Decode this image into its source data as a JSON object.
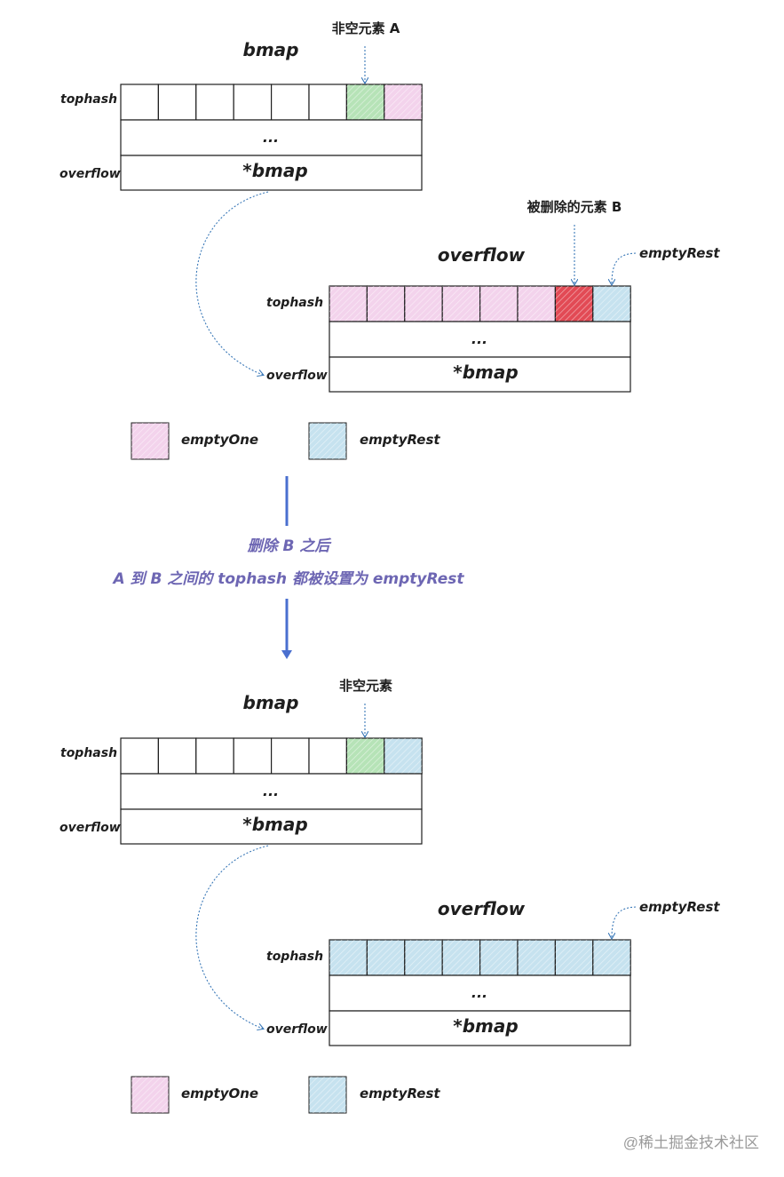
{
  "colors": {
    "empty_one": "#f3d3ec",
    "empty_rest": "#c6e2ef",
    "nonempty": "#b6e3b7",
    "deleted": "#e24a55",
    "empty": "#ffffff",
    "arrow_main": "#4a6fcf",
    "caption": "#6d66b3"
  },
  "top": {
    "bucket": {
      "title": "bmap",
      "tophash_label": "tophash",
      "overflow_label": "overflow",
      "ellipsis": "...",
      "pointer": "*bmap",
      "cells": [
        "empty",
        "empty",
        "empty",
        "empty",
        "empty",
        "empty",
        "nonempty",
        "empty_one"
      ],
      "callout": "非空元素 A"
    },
    "overflow_bucket": {
      "title": "overflow",
      "tophash_label": "tophash",
      "overflow_label": "overflow",
      "ellipsis": "...",
      "pointer": "*bmap",
      "cells": [
        "empty_one",
        "empty_one",
        "empty_one",
        "empty_one",
        "empty_one",
        "empty_one",
        "deleted",
        "empty_rest"
      ],
      "callout_deleted": "被删除的元素 B",
      "callout_rest": "emptyRest"
    },
    "legend": {
      "one": "emptyOne",
      "rest": "emptyRest"
    }
  },
  "transition": {
    "line1": "删除 B 之后",
    "line2": "A 到 B 之间的 tophash 都被设置为 emptyRest"
  },
  "bottom": {
    "bucket": {
      "title": "bmap",
      "tophash_label": "tophash",
      "overflow_label": "overflow",
      "ellipsis": "...",
      "pointer": "*bmap",
      "cells": [
        "empty",
        "empty",
        "empty",
        "empty",
        "empty",
        "empty",
        "nonempty",
        "empty_rest"
      ],
      "callout": "非空元素"
    },
    "overflow_bucket": {
      "title": "overflow",
      "tophash_label": "tophash",
      "overflow_label": "overflow",
      "ellipsis": "...",
      "pointer": "*bmap",
      "cells": [
        "empty_rest",
        "empty_rest",
        "empty_rest",
        "empty_rest",
        "empty_rest",
        "empty_rest",
        "empty_rest",
        "empty_rest"
      ],
      "callout_rest": "emptyRest"
    },
    "legend": {
      "one": "emptyOne",
      "rest": "emptyRest"
    }
  },
  "watermark": "@稀土掘金技术社区"
}
